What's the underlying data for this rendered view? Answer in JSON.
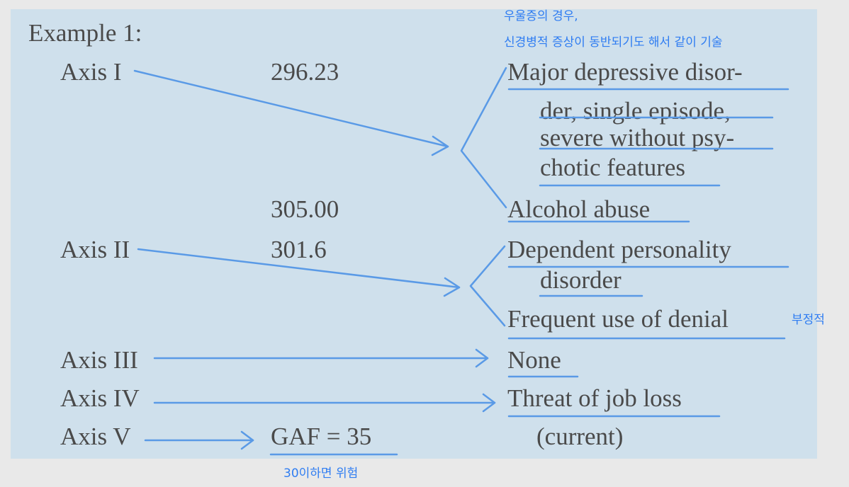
{
  "example_title": "Example 1:",
  "axes": [
    {
      "label": "Axis I"
    },
    {
      "label": "Axis II"
    },
    {
      "label": "Axis III"
    },
    {
      "label": "Axis IV"
    },
    {
      "label": "Axis V"
    }
  ],
  "codes": [
    "296.23",
    "305.00",
    "301.6",
    "GAF = 35"
  ],
  "diagnoses": {
    "major_depressive": [
      "Major depressive disor-",
      "der, single episode,",
      "severe without psy-",
      "chotic features"
    ],
    "alcohol_abuse": "Alcohol abuse",
    "dependent_personality": [
      "Dependent personality",
      "disorder"
    ],
    "frequent_denial": "Frequent use of denial",
    "none": "None",
    "job_loss": "Threat of job loss",
    "current": "(current)"
  },
  "annotations": {
    "depression_note": [
      "우울증의 경우,",
      "신경병적 증상이 동반되기도 해서 같이 기술"
    ],
    "denial_note": "부정적",
    "gaf_note": "30이하면 위험"
  },
  "colors": {
    "panel": "#cfe0ec",
    "text": "#4a4a4a",
    "markup": "#5a9ae6",
    "note": "#2f7df2"
  }
}
